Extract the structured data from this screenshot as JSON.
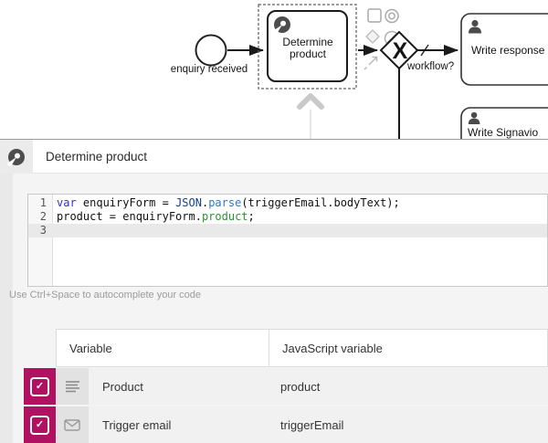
{
  "colors": {
    "accent_magenta": "#b01160",
    "keyword_blue": "#3030cc",
    "object_navy": "#123f8f",
    "method_blue": "#2e77d0",
    "property_green": "#2a9235"
  },
  "diagram": {
    "start_event_label": "enquiry received",
    "selected_task": {
      "line1": "Determine",
      "line2": "product"
    },
    "gateway": {
      "symbol": "X",
      "label": "workflow?"
    },
    "task_write_response": "Write response",
    "task_write_signavio": "Write Signavio"
  },
  "panel": {
    "title": "Determine product"
  },
  "editor": {
    "line_numbers": [
      "1",
      "2",
      "3"
    ],
    "lines": {
      "l1": {
        "kw": "var",
        "a": " enquiryForm = ",
        "obj": "JSON",
        "dot": ".",
        "method": "parse",
        "b": "(triggerEmail.bodyText);"
      },
      "l2": {
        "a": "product = enquiryForm.",
        "prop": "product",
        "b": ";"
      }
    },
    "hint": "Use Ctrl+Space to autocomplete your code"
  },
  "variables_table": {
    "columns": {
      "variable": "Variable",
      "js_variable": "JavaScript variable"
    },
    "rows": [
      {
        "name": "Product",
        "js_variable": "product",
        "icon": "text-lines-icon",
        "checked": true
      },
      {
        "name": "Trigger email",
        "js_variable": "triggerEmail",
        "icon": "envelope-icon",
        "checked": true
      }
    ]
  }
}
